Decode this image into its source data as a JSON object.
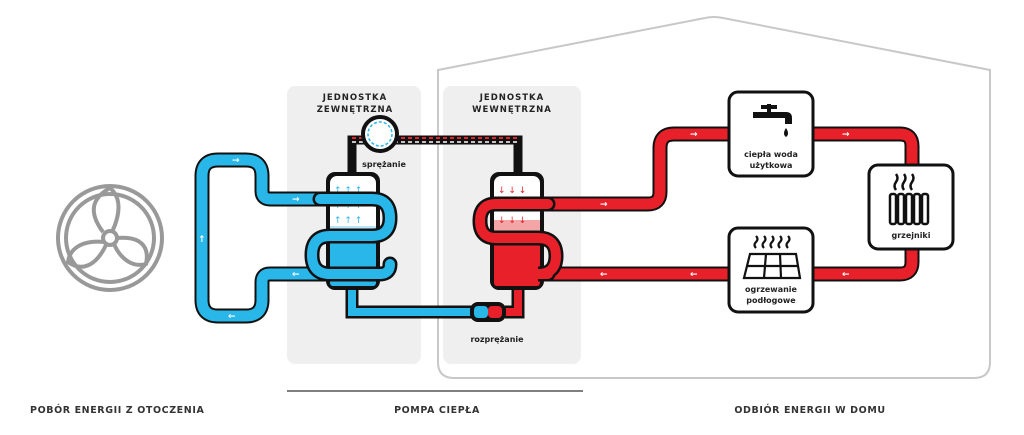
{
  "outdoor_unit": {
    "title_line1": "JEDNOSTKA",
    "title_line2": "ZEWNĘTRZNA"
  },
  "indoor_unit": {
    "title_line1": "JEDNOSTKA",
    "title_line2": "WEWNĘTRZNA"
  },
  "process": {
    "compression": "sprężanie",
    "expansion": "rozprężanie"
  },
  "devices": {
    "hot_water_line1": "ciepła woda",
    "hot_water_line2": "użytkowa",
    "radiators": "grzejniki",
    "floor_heating_line1": "ogrzewanie",
    "floor_heating_line2": "podłogowe"
  },
  "sections": {
    "source": "POBÓR ENERGII Z OTOCZENIA",
    "pump": "POMPA CIEPŁA",
    "sink": "ODBIÓR ENERGII W DOMU"
  },
  "colors": {
    "cold": "#29b6e8",
    "hot": "#e8202a",
    "outline": "#111111",
    "panel": "#efefef",
    "icon_gray": "#999999"
  },
  "icons": [
    "fan-icon",
    "faucet-icon",
    "radiator-icon",
    "floor-heating-icon",
    "compressor-icon",
    "expansion-valve-icon"
  ]
}
